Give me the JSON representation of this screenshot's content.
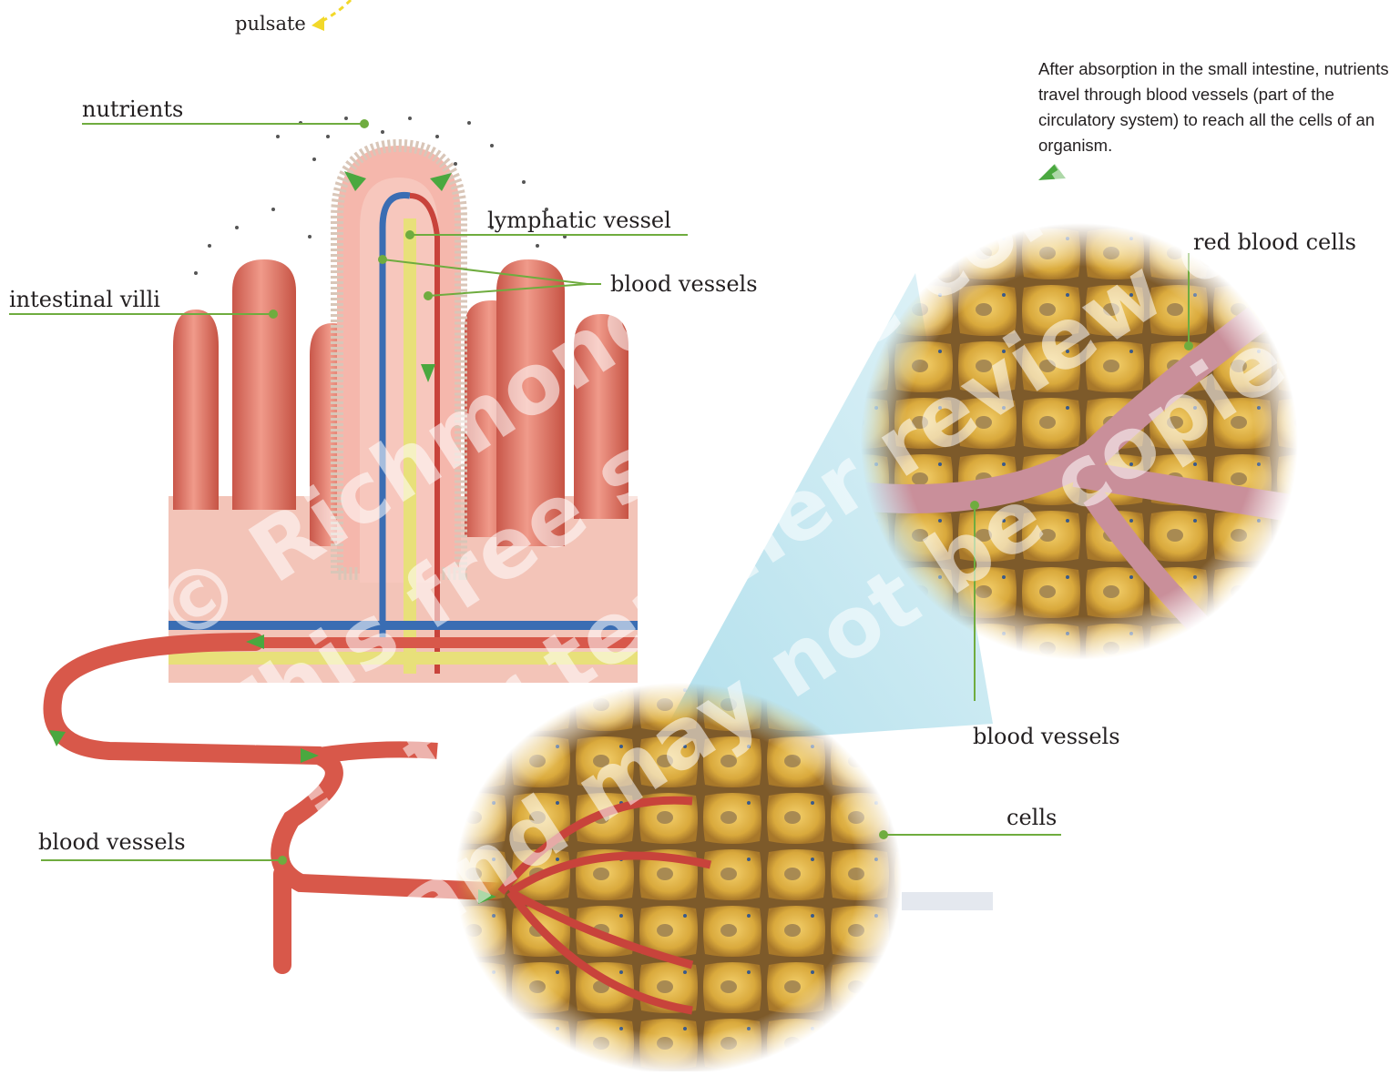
{
  "labels": {
    "pulsate": "pulsate",
    "nutrients": "nutrients",
    "lymphatic_vessel": "lymphatic vessel",
    "blood_vessels_top": "blood vessels",
    "intestinal_villi": "intestinal villi",
    "red_blood_cells": "red blood cells",
    "blood_vessels_right": "blood vessels",
    "cells": "cells",
    "blood_vessels_left": "blood vessels"
  },
  "caption": "After absorption in the small intestine, nutrients travel through blood vessels (part of the circulatory system) to reach all the cells of an organism.",
  "watermark": {
    "line1": "© Richmond Publishing",
    "line2": "This free sample content",
    "line3": "is for teacher review only",
    "line4": "and may not be copied or sold."
  },
  "colors": {
    "leader_line": "#6fac3f",
    "artery": "#d8584a",
    "vein": "#3a6db3",
    "lymph": "#e8e07a",
    "villus": "#e8867a",
    "tissue": "#f3c4b8",
    "cell": "#d9a93c",
    "zoom_beam": "#a9dcea"
  }
}
